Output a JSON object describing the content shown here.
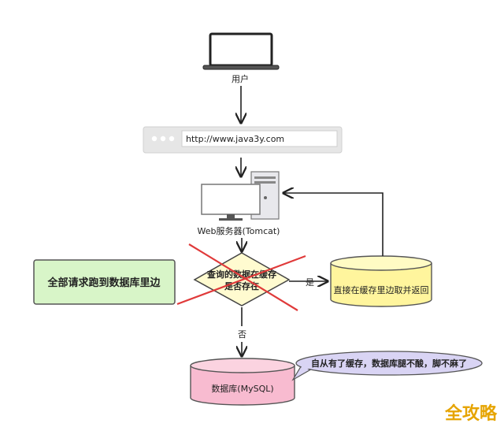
{
  "diagram": {
    "user_label": "用户",
    "url_text": "http://www.java3y.com",
    "server_label": "Web服务器(Tomcat)",
    "decision_line1": "查询的数据在缓存",
    "decision_line2": "是否存在",
    "yes_label": "是",
    "no_label": "否",
    "cache_label": "直接在缓存里边取并返回",
    "db_label": "数据库(MySQL)",
    "left_note": "全部请求跑到数据库里边",
    "callout": "自从有了缓存，数据库腿不酸，脚不麻了",
    "watermark": "全攻略"
  },
  "colors": {
    "cache_fill": "#fff59d",
    "db_fill": "#f8bbd0",
    "decision_fill": "#fffbd0",
    "note_fill": "#d8f5c8",
    "callout_fill": "#d9d4f4",
    "cross_color": "#e03a3a"
  }
}
